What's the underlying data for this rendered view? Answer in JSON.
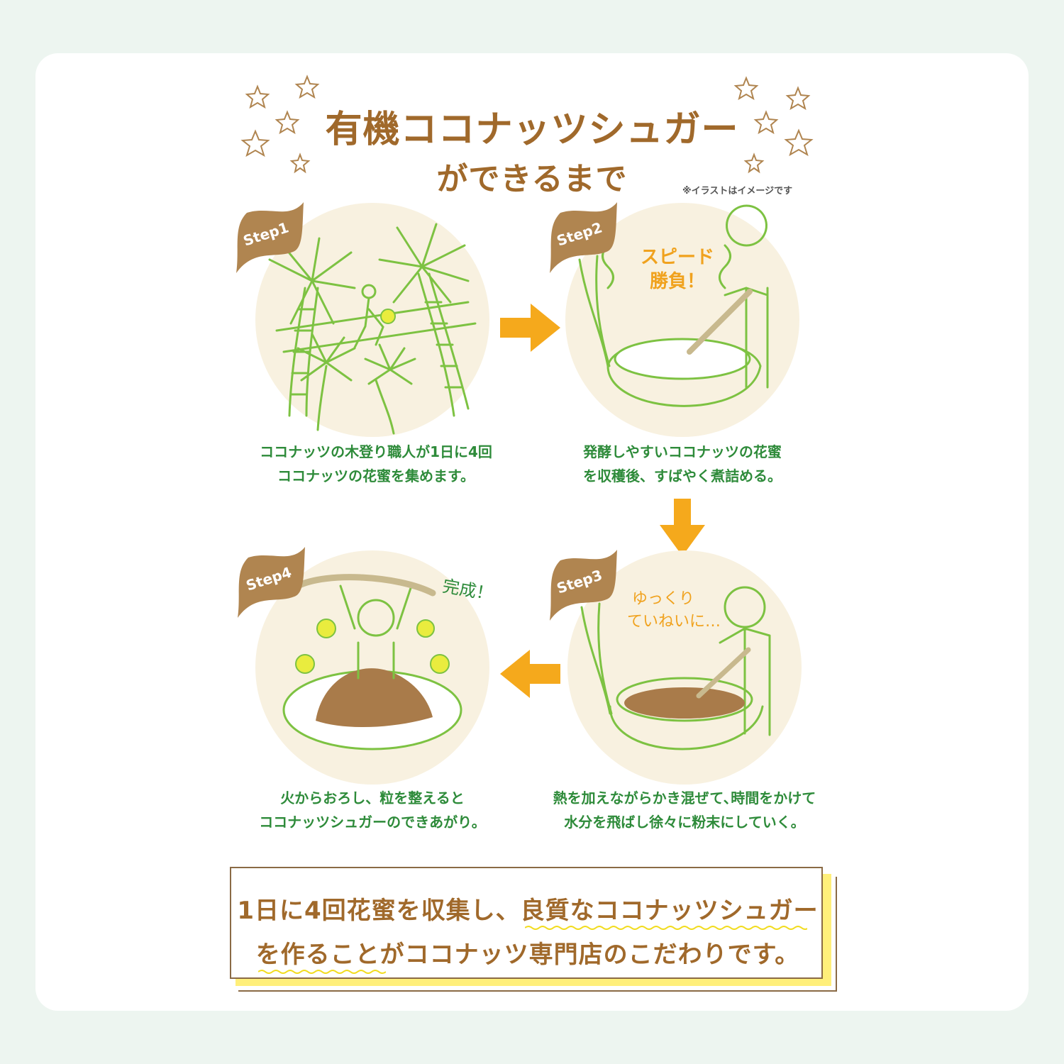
{
  "header": {
    "title_line1": "有機ココナッツシュガー",
    "title_line2": "ができるまで",
    "note": "※イラストはイメージです"
  },
  "steps": [
    {
      "label": "Step1",
      "caption_line1": "ココナッツの木登り職人が1日に4回",
      "caption_line2": "ココナッツの花蜜を集めます。",
      "speech": ""
    },
    {
      "label": "Step2",
      "caption_line1": "発酵しやすいココナッツの花蜜",
      "caption_line2": "を収穫後、すばやく煮詰める。",
      "speech_line1": "スピード",
      "speech_line2": "勝負！"
    },
    {
      "label": "Step3",
      "caption_line1": "熱を加えながらかき混ぜて､時間をかけて",
      "caption_line2": "水分を飛ばし徐々に粉末にしていく。",
      "speech_line1": "ゆっくり",
      "speech_line2": "ていねいに…"
    },
    {
      "label": "Step4",
      "caption_line1": "火からおろし、粒を整えると",
      "caption_line2": "ココナッツシュガーのできあがり。",
      "speech_line1": "完成！"
    }
  ],
  "message": {
    "line1": "1日に4回花蜜を収集し、良質なココナッツシュガー",
    "line2": "を作ることがココナッツ専門店のこだわりです。"
  },
  "colors": {
    "background": "#EDF5F0",
    "card": "#FFFFFF",
    "title_brown": "#A0692B",
    "flag_brown": "#B08550",
    "circle_cream": "#F8F1E0",
    "caption_green": "#2E8B3A",
    "line_green": "#7DC242",
    "arrow_orange": "#F5A91C",
    "highlight_yellow": "#FFEF7A"
  }
}
